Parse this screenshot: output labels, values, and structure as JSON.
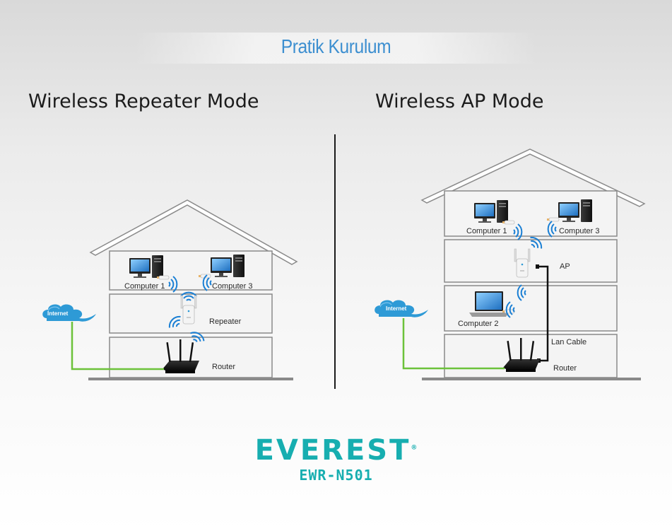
{
  "title": "Pratik Kurulum",
  "repeater_mode": {
    "heading": "Wireless Repeater Mode",
    "computer1": "Computer 1",
    "computer3": "Computer 3",
    "repeater": "Repeater",
    "router": "Router",
    "internet": "Internet"
  },
  "ap_mode": {
    "heading": "Wireless AP Mode",
    "computer1": "Computer 1",
    "computer3": "Computer 3",
    "ap": "AP",
    "computer2": "Computer 2",
    "lan_cable": "Lan Cable",
    "router": "Router",
    "internet": "Internet"
  },
  "brand": {
    "name": "EVEREST",
    "registered": "®",
    "model": "EWR-N501"
  },
  "colors": {
    "title": "#3d8fd0",
    "brand": "#17aeb0",
    "wifi": "#1a7fd4",
    "cable_green": "#6cc23a",
    "cloud": "#2e9ad6"
  }
}
